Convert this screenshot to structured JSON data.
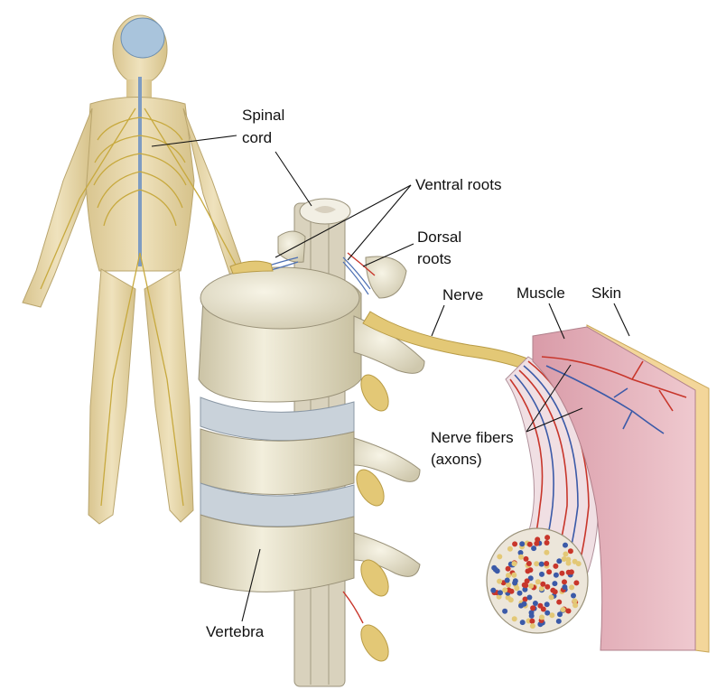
{
  "labels": {
    "spinal_cord": [
      "Spinal",
      "cord"
    ],
    "ventral_roots": "Ventral roots",
    "dorsal_roots": [
      "Dorsal",
      "roots"
    ],
    "nerve": "Nerve",
    "muscle": "Muscle",
    "skin": "Skin",
    "nerve_fibers": [
      "Nerve fibers",
      "(axons)"
    ],
    "vertebra": "Vertebra"
  },
  "colors": {
    "skin_tone": "#e9d9b0",
    "nerve_yellow": "#e0c870",
    "bone": "#ece7d2",
    "disc": "#cfd6dc",
    "muscle": "#e3b5be",
    "skin_layer": "#f3d69a",
    "artery": "#c8362b",
    "vein": "#3b5aa8"
  }
}
